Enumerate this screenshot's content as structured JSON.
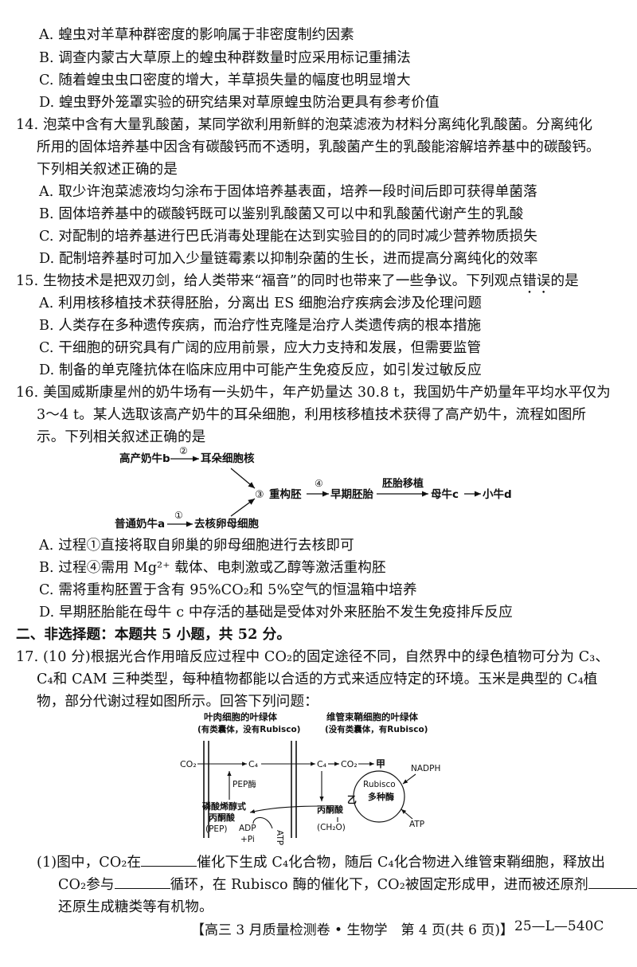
{
  "q13_options": [
    "A. 蝗虫对羊草种群密度的影响属于非密度制约因素",
    "B. 调查内蒙古大草原上的蝗虫种群数量时应采用标记重捕法",
    "C. 随着蝗虫虫口密度的增大，羊草损失量的幅度也明显增大",
    "D. 蝗虫野外笼罩实验的研究结果对草原蝗虫防治更具有参考价值"
  ],
  "q14": {
    "stem": [
      "14. 泡菜中含有大量乳酸菌，某同学欲利用新鲜的泡菜滤液为材料分离纯化乳酸菌。分离纯化",
      "所用的固体培养基中因含有碳酸钙而不透明，乳酸菌产生的乳酸能溶解培养基中的碳酸钙。",
      "下列相关叙述正确的是"
    ],
    "options": [
      "A. 取少许泡菜滤液均匀涂布于固体培养基表面，培养一段时间后即可获得单菌落",
      "B. 固体培养基中的碳酸钙既可以鉴别乳酸菌又可以中和乳酸菌代谢产生的乳酸",
      "C. 对配制的培养基进行巴氏消毒处理能在达到实验目的的同时减少营养物质损失",
      "D. 配制培养基时可加入少量链霉素以抑制杂菌的生长，进而提高分离纯化的效率"
    ]
  },
  "q15": {
    "stem_pre": "15. 生物技术是把双刃剑，给人类带来“福音”的同时也带来了一些争议。下列观点",
    "stem_emph": "错误",
    "stem_post": "的是",
    "options": [
      "A. 利用核移植技术获得胚胎，分离出 ES 细胞治疗疾病会涉及伦理问题",
      "B. 人类存在多种遗传疾病，而治疗性克隆是治疗人类遗传病的根本措施",
      "C. 干细胞的研究具有广阔的应用前景，应大力支持和发展，但需要监管",
      "D. 制备的单克隆抗体在临床应用中可能产生免疫反应，如引发过敏反应"
    ]
  },
  "q16": {
    "stem": [
      "16. 美国威斯康星州的奶牛场有一头奶牛，年产奶量达 30.8 t，我国奶牛产奶量年平均水平仅为",
      "3～4 t。某人选取该高产奶牛的耳朵细胞，利用核移植技术获得了高产奶牛，流程如图所",
      "示。下列相关叙述正确的是"
    ],
    "diagram": {
      "cow_b": "高产奶牛b",
      "step2": "②",
      "ear_nucleus": "耳朵细胞核",
      "cow_a": "普通奶牛a",
      "step1": "①",
      "oocyte": "去核卵母细胞",
      "step3": "③",
      "recon": "重构胚",
      "step4": "④",
      "early": "早期胚胎",
      "transfer": "胚胎移植",
      "cow_c": "母牛c",
      "calf_d": "小牛d"
    },
    "options": [
      "A. 过程①直接将取自卵巢的卵母细胞进行去核即可",
      "B. 过程④需用 Mg²⁺ 载体、电刺激或乙醇等激活重构胚",
      "C. 需将重构胚置于含有 95%CO₂和 5%空气的恒温箱中培养",
      "D. 早期胚胎能在母牛 c 中存活的基础是受体对外来胚胎不发生免疫排斥反应"
    ]
  },
  "section2": "二、非选择题：本题共 5 小题，共 52 分。",
  "q17": {
    "stem": [
      "17. (10 分)根据光合作用暗反应过程中 CO₂的固定途径不同，自然界中的绿色植物可分为 C₃、",
      "C₄和 CAM 三种类型，每种植物都能以合适的方式来适应特定的环境。玉米是典型的 C₄植",
      "物，部分代谢过程如图所示。回答下列问题："
    ],
    "diagram": {
      "mesophyll_title": "叶肉细胞的叶绿体",
      "mesophyll_note": "(有类囊体，没有Rubisco)",
      "bundle_title": "维管束鞘细胞的叶绿体",
      "bundle_note": "(没有类囊体，有Rubisco)",
      "co2_left": "CO₂",
      "c4_left": "C₄",
      "pep_enzyme": "PEP酶",
      "pep_line1": "磷酸烯醇式",
      "pep_line2": "丙酮酸",
      "pep_line3": "(PEP)",
      "adp": "ADP",
      "pi": "+Pi",
      "atp_left": "ATP",
      "c4_right": "C₄",
      "co2_right": "CO₂",
      "jia": "甲",
      "rubisco": "Rubisco",
      "many_enzymes": "多种酶",
      "nadph": "NADPH",
      "atp_right": "ATP",
      "yi": "乙",
      "pyruvate": "丙酮酸",
      "ch2o": "(CH₂O)"
    },
    "sub1_a": "(1)图中，CO₂在",
    "sub1_b": "催化下生成 C₄化合物，随后 C₄化合物进入维管束鞘细胞，释放出",
    "sub1_c": "CO₂参与",
    "sub1_d": "循环，在 Rubisco 酶的催化下，CO₂被固定形成甲，进而被还原剂",
    "sub1_e": "还原生成糖类等有机物。"
  },
  "footer": {
    "center": "【高三 3 月质量检测卷 • 生物学　第 4 页(共 6 页)】",
    "code": "25—L—540C"
  }
}
